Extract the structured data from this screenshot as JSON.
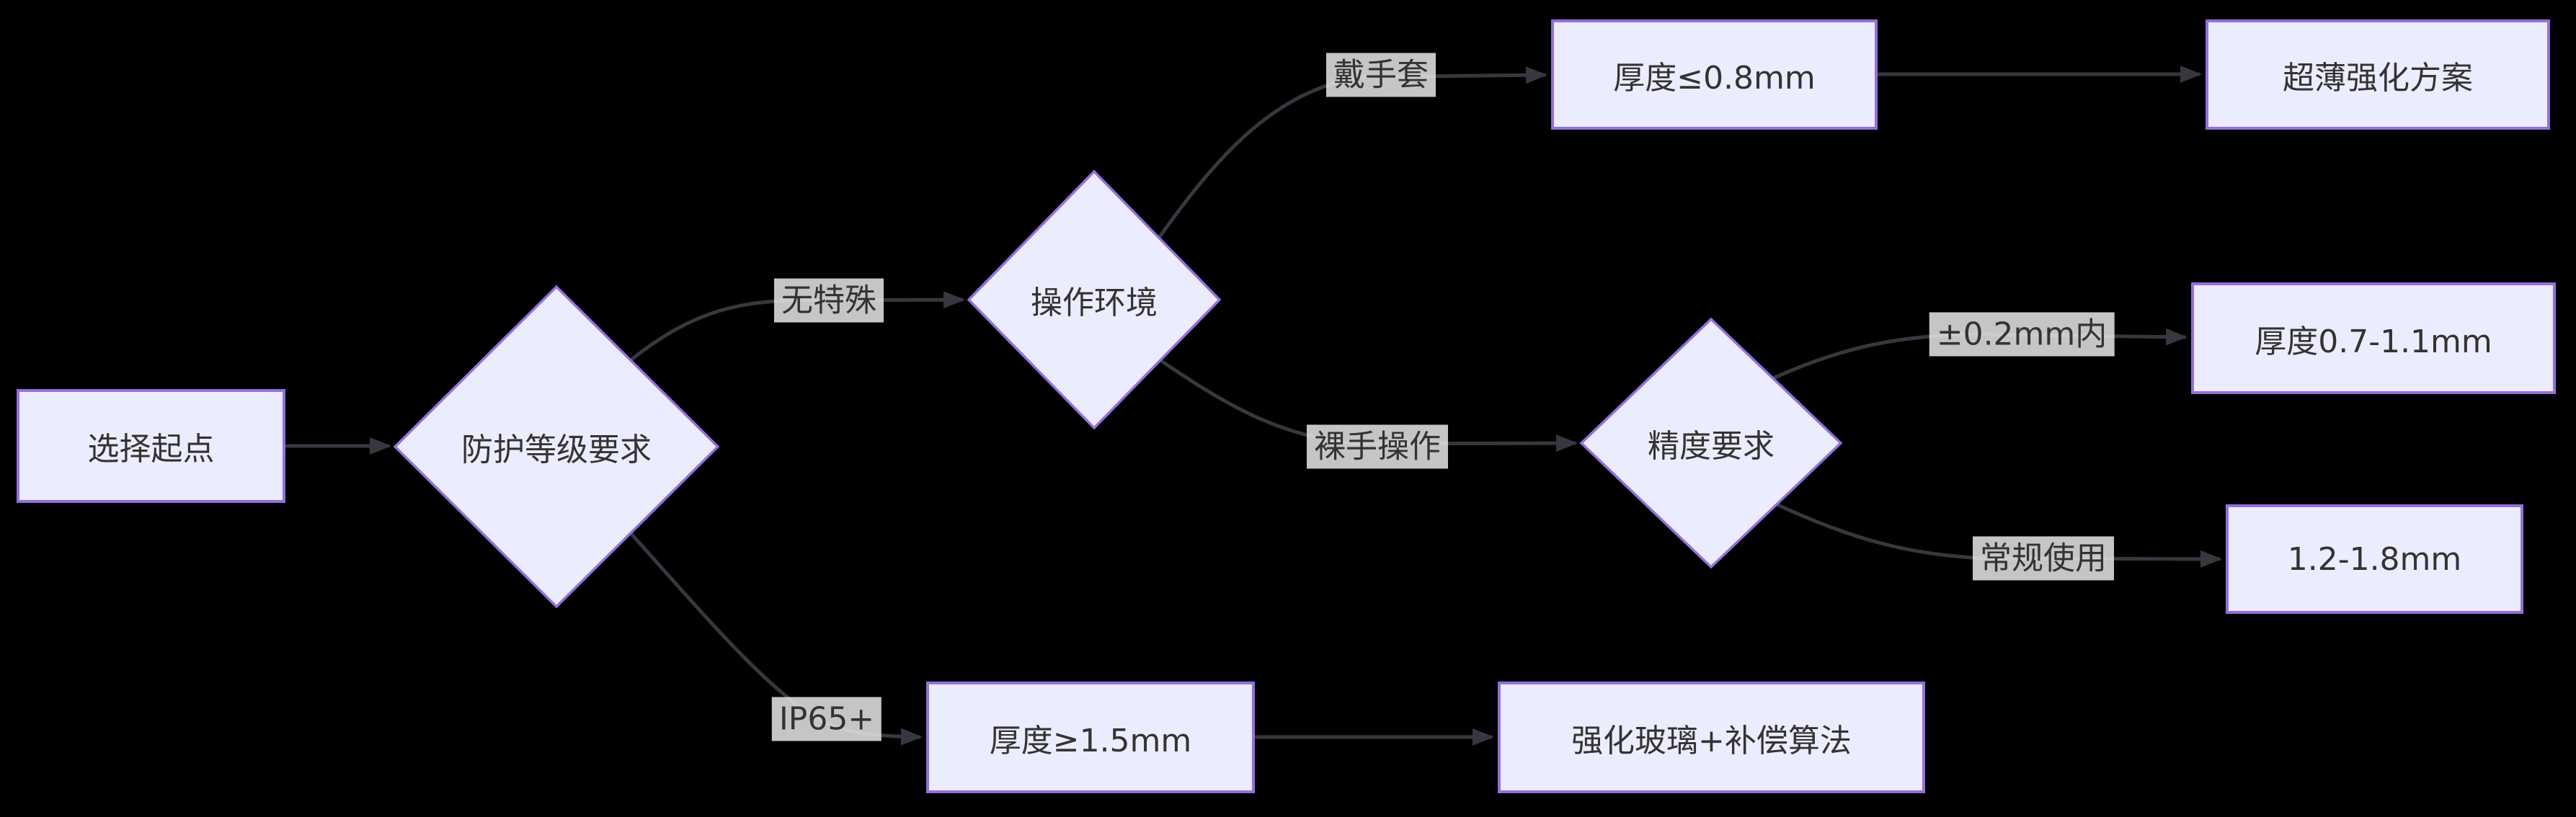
{
  "diagram": {
    "type": "flowchart",
    "direction": "left-to-right",
    "colors": {
      "background": "#000000",
      "node_fill": "#ECECFF",
      "node_border": "#9370DB",
      "node_text": "#333333",
      "edge_stroke": "#373740",
      "edge_label_bg": "#E8E8E8"
    },
    "nodes": {
      "start": {
        "label": "选择起点",
        "shape": "rect"
      },
      "protection": {
        "label": "防护等级要求",
        "shape": "diamond"
      },
      "environment": {
        "label": "操作环境",
        "shape": "diamond"
      },
      "thickness_le_08": {
        "label": "厚度≤0.8mm",
        "shape": "rect"
      },
      "ultrathin_plan": {
        "label": "超薄强化方案",
        "shape": "rect"
      },
      "precision": {
        "label": "精度要求",
        "shape": "diamond"
      },
      "thickness_07_11": {
        "label": "厚度0.7-1.1mm",
        "shape": "rect"
      },
      "thickness_12_18": {
        "label": "1.2-1.8mm",
        "shape": "rect"
      },
      "thickness_ge_15": {
        "label": "厚度≥1.5mm",
        "shape": "rect"
      },
      "tempered_plan": {
        "label": "强化玻璃+补偿算法",
        "shape": "rect"
      }
    },
    "edge_labels": {
      "no_special": "无特殊",
      "gloves": "戴手套",
      "bare_hand": "裸手操作",
      "within_02mm": "±0.2mm内",
      "regular_use": "常规使用",
      "ip65": "IP65+"
    },
    "edges": [
      {
        "from": "选择起点",
        "to": "防护等级要求",
        "label": ""
      },
      {
        "from": "防护等级要求",
        "to": "操作环境",
        "label": "无特殊"
      },
      {
        "from": "操作环境",
        "to": "厚度≤0.8mm",
        "label": "戴手套"
      },
      {
        "from": "厚度≤0.8mm",
        "to": "超薄强化方案",
        "label": ""
      },
      {
        "from": "操作环境",
        "to": "精度要求",
        "label": "裸手操作"
      },
      {
        "from": "精度要求",
        "to": "厚度0.7-1.1mm",
        "label": "±0.2mm内"
      },
      {
        "from": "精度要求",
        "to": "1.2-1.8mm",
        "label": "常规使用"
      },
      {
        "from": "防护等级要求",
        "to": "厚度≥1.5mm",
        "label": "IP65+"
      },
      {
        "from": "厚度≥1.5mm",
        "to": "强化玻璃+补偿算法",
        "label": ""
      }
    ]
  }
}
